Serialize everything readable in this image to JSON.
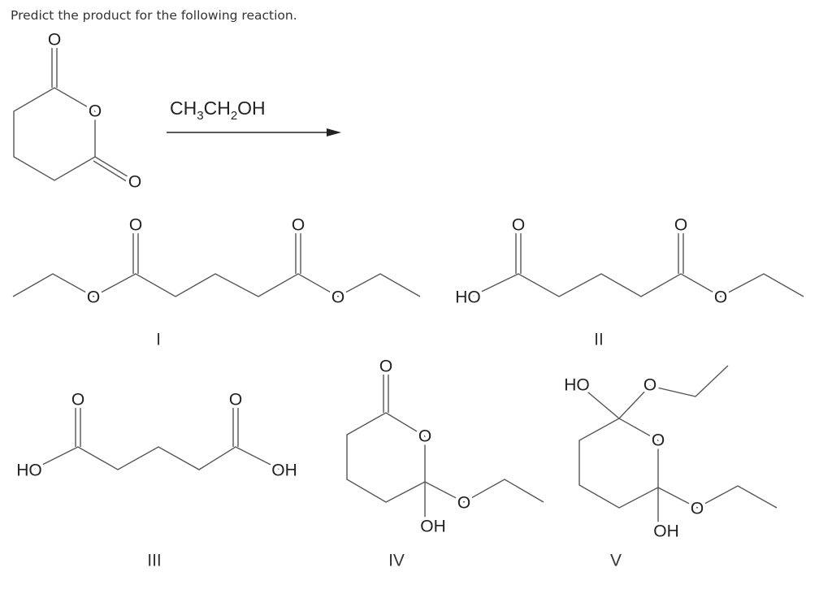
{
  "question": "Predict the product for the following reaction.",
  "reaction": {
    "reagent_parts": [
      "CH",
      "3",
      "CH",
      "2",
      "OH"
    ],
    "atoms": {
      "O": "O",
      "HO": "HO",
      "OH": "OH"
    }
  },
  "choices": [
    {
      "label": "I"
    },
    {
      "label": "II"
    },
    {
      "label": "III"
    },
    {
      "label": "IV"
    },
    {
      "label": "V"
    }
  ]
}
